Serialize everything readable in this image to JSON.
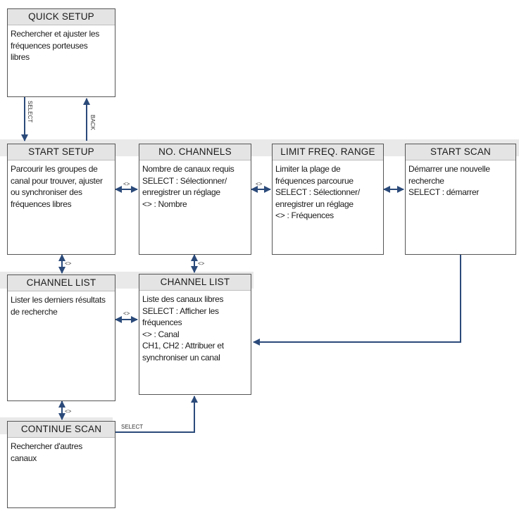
{
  "boxes": {
    "quick_setup": {
      "title": "QUICK SETUP",
      "lines": [
        "Rechercher et ajuster les",
        "fréquences porteuses",
        "libres"
      ]
    },
    "start_setup": {
      "title": "START SETUP",
      "lines": [
        "Parcourir les groupes de",
        "canal pour trouver, ajuster",
        "ou synchroniser des",
        "fréquences libres"
      ]
    },
    "no_channels": {
      "title": "NO. CHANNELS",
      "lines": [
        "Nombre de canaux requis",
        "SELECT : Sélectionner/",
        "enregistrer un réglage",
        "<> : Nombre"
      ]
    },
    "limit_freq_range": {
      "title": "LIMIT FREQ. RANGE",
      "lines": [
        "Limiter la plage de",
        "fréquences parcourue",
        "SELECT : Sélectionner/",
        "enregistrer un réglage",
        "<> : Fréquences"
      ]
    },
    "start_scan": {
      "title": "START SCAN",
      "lines": [
        "Démarrer une nouvelle",
        "recherche",
        "SELECT : démarrer"
      ]
    },
    "channel_list_left": {
      "title": "CHANNEL LIST",
      "lines": [
        "Lister les derniers résultats",
        "de recherche"
      ]
    },
    "channel_list_center": {
      "title": "CHANNEL LIST",
      "lines": [
        "Liste des canaux libres",
        "SELECT : Afficher les",
        "fréquences",
        "<> : Canal",
        "CH1, CH2 : Attribuer et",
        "synchroniser un canal"
      ]
    },
    "continue_scan": {
      "title": "CONTINUE SCAN",
      "lines": [
        "Rechercher d'autres",
        "canaux"
      ]
    }
  },
  "connectors": {
    "select_down": "SELECT",
    "back_up": "BACK",
    "select_right": "SELECT",
    "nav": "<>"
  },
  "colors": {
    "arrow": "#2b4a7a",
    "header_fill": "#e4e4e4",
    "band_fill": "#e9e9e9"
  }
}
